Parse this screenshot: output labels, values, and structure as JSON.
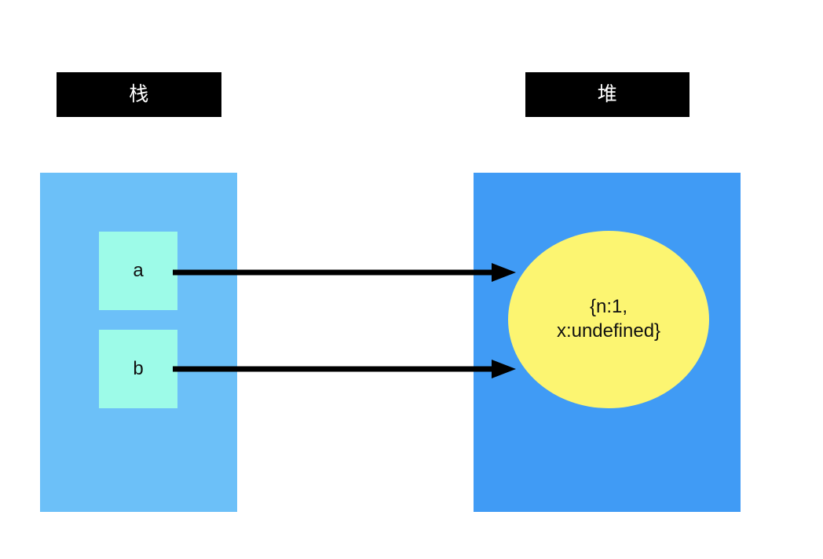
{
  "diagram": {
    "title_plates": [
      {
        "name": "stack",
        "label": "栈"
      },
      {
        "name": "heap",
        "label": "堆"
      }
    ],
    "stack": {
      "panel_color": "#6cc0f8",
      "slots": [
        {
          "name": "a",
          "label": "a",
          "color": "#9dfbe8"
        },
        {
          "name": "b",
          "label": "b",
          "color": "#9dfbe8"
        }
      ]
    },
    "heap": {
      "panel_color": "#409bf5",
      "object": {
        "color": "#fcf571",
        "lines": [
          "{n:1,",
          "x:undefined}"
        ]
      }
    },
    "arrows": [
      {
        "name": "a-to-object",
        "from": "a",
        "to": "heap-object",
        "color": "#000000"
      },
      {
        "name": "b-to-object",
        "from": "b",
        "to": "heap-object",
        "color": "#000000"
      }
    ]
  }
}
